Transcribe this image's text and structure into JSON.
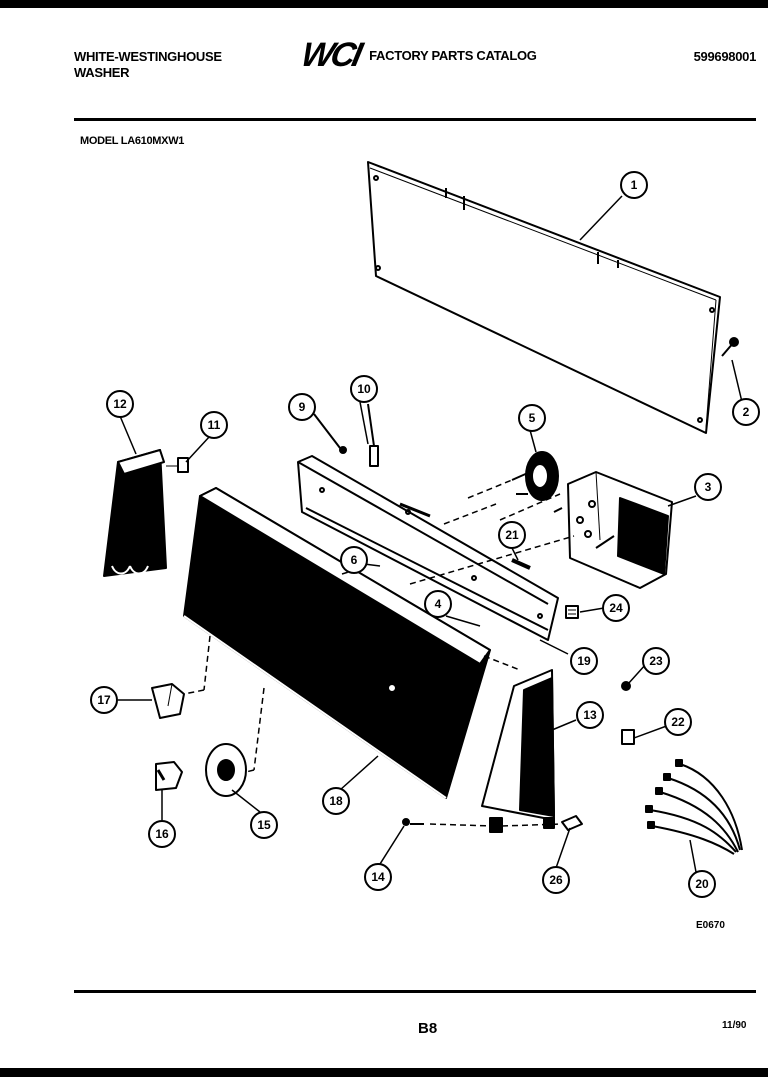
{
  "header": {
    "brand_line1": "WHITE-WESTINGHOUSE",
    "brand_line2": "WASHER",
    "logo": "WCI",
    "catalog_title": "FACTORY PARTS CATALOG",
    "document_number": "599698001"
  },
  "model": "MODEL LA610MXW1",
  "drawing_code": "E0670",
  "footer": {
    "page": "B8",
    "date": "11/90"
  },
  "callouts": [
    "1",
    "2",
    "3",
    "4",
    "5",
    "6",
    "9",
    "10",
    "11",
    "12",
    "13",
    "14",
    "15",
    "16",
    "17",
    "18",
    "19",
    "20",
    "21",
    "22",
    "23",
    "24",
    "26"
  ],
  "colors": {
    "ink": "#000000",
    "paper": "#ffffff"
  }
}
